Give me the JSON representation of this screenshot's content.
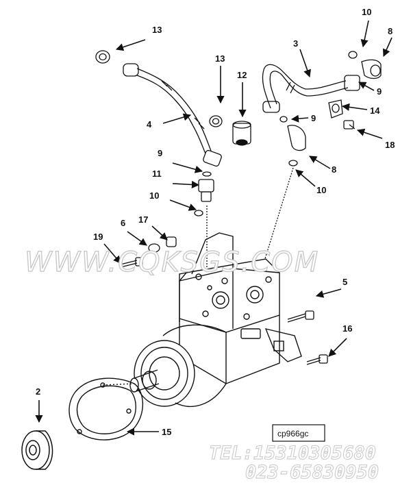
{
  "callouts": [
    "13",
    "13",
    "12",
    "4",
    "3",
    "10",
    "8",
    "9",
    "9",
    "14",
    "18",
    "9",
    "11",
    "10",
    "8",
    "10",
    "6",
    "17",
    "19",
    "5",
    "16",
    "2",
    "15"
  ],
  "diagram_code": "cp966gc",
  "watermark": "WWW.CQKSGS.COM",
  "tel_line": "TEL:15310305680",
  "phone_line": "023-65830950",
  "colors": {
    "line": "#111111",
    "watermark_stroke": "#c9c9c9"
  }
}
